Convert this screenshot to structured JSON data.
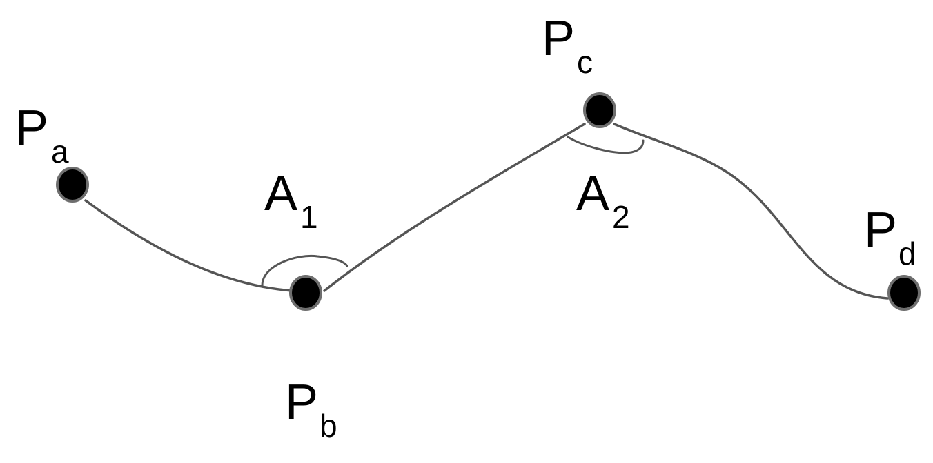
{
  "points": [
    {
      "id": "a",
      "main": "P",
      "sub": "a"
    },
    {
      "id": "b",
      "main": "P",
      "sub": "b"
    },
    {
      "id": "c",
      "main": "P",
      "sub": "c"
    },
    {
      "id": "d",
      "main": "P",
      "sub": "d"
    }
  ],
  "angles": [
    {
      "id": "1",
      "main": "A",
      "sub": "1"
    },
    {
      "id": "2",
      "main": "A",
      "sub": "2"
    }
  ],
  "colors": {
    "line": "#555555",
    "point_fill": "#000000",
    "point_outline": "#6e6e6e",
    "text": "#000000",
    "background": "#ffffff"
  }
}
